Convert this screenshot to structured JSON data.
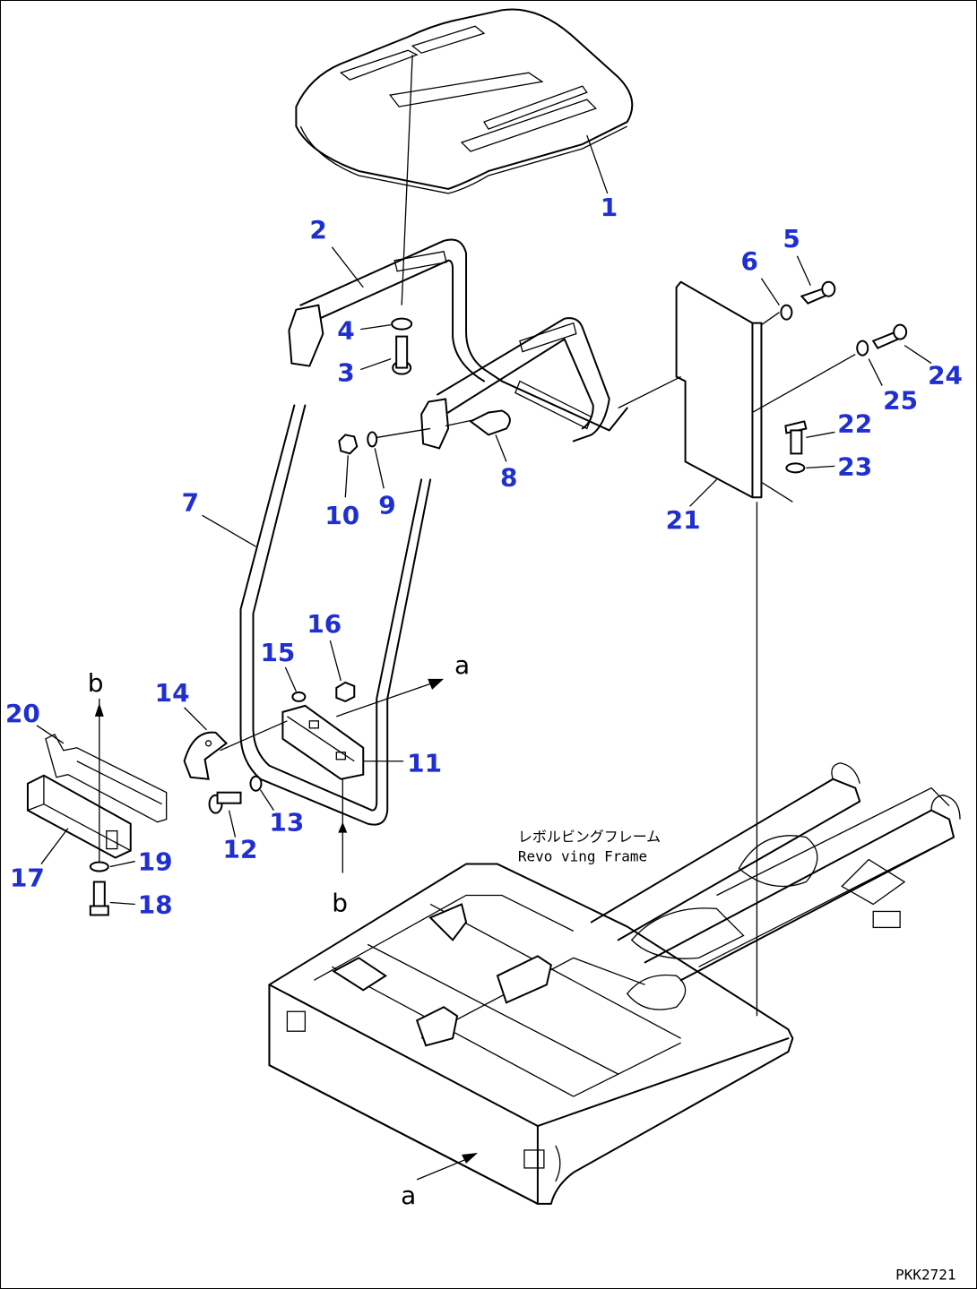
{
  "callouts": {
    "c1": "1",
    "c2": "2",
    "c3": "3",
    "c4": "4",
    "c5": "5",
    "c6": "6",
    "c7": "7",
    "c8": "8",
    "c9": "9",
    "c10": "10",
    "c11": "11",
    "c12": "12",
    "c13": "13",
    "c14": "14",
    "c15": "15",
    "c16": "16",
    "c17": "17",
    "c18": "18",
    "c19": "19",
    "c20": "20",
    "c21": "21",
    "c22": "22",
    "c23": "23",
    "c24": "24",
    "c25": "25"
  },
  "view_markers": {
    "a_upper": "a",
    "a_lower": "a",
    "b_upper": "b",
    "b_lower": "b"
  },
  "frame_label": {
    "jp": "レボルビングフレーム",
    "en": "Revo ving Frame"
  },
  "drawing_code": "PKK2721",
  "colors": {
    "callout": "#1f2fd0",
    "line": "#000000",
    "background": "#ffffff"
  }
}
